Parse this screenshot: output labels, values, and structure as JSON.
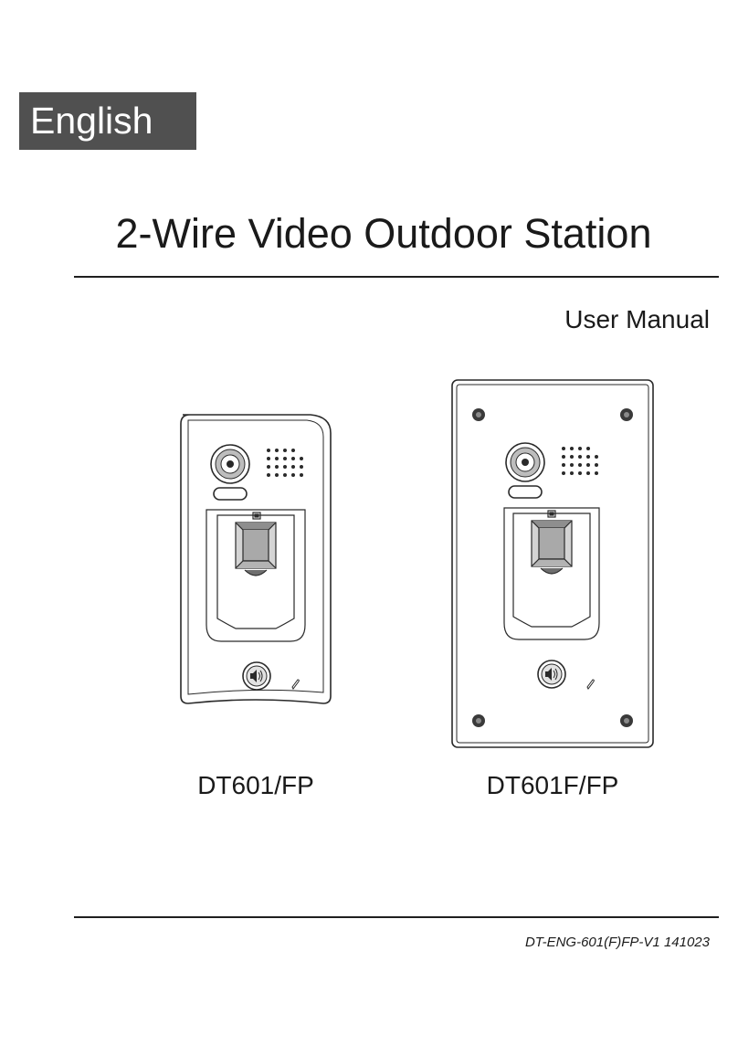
{
  "language_badge": "English",
  "document": {
    "title": "2-Wire Video Outdoor Station",
    "subtitle": "User Manual",
    "code": "DT-ENG-601(F)FP-V1 141023"
  },
  "devices": [
    {
      "model": "DT601/FP"
    },
    {
      "model": "DT601F/FP"
    }
  ]
}
